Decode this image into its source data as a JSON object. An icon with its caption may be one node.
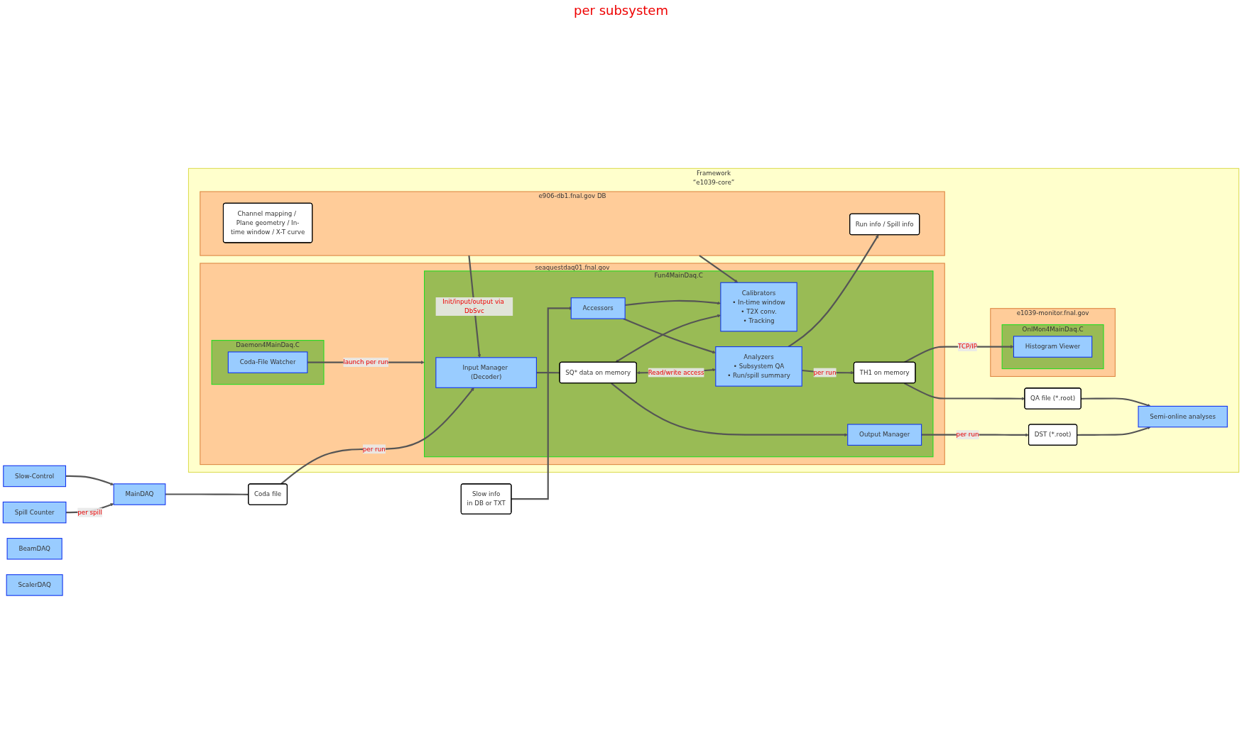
{
  "diagram": {
    "nodes": [
      {
        "text": [
          "Framework",
          "“e1039-core”"
        ]
      },
      {
        "text": [
          "seaquestdaq01.fnal.gov"
        ],
        "in": 0
      },
      {
        "text": [
          "Daemon4MainDaq.C"
        ],
        "in": 1
      },
      {
        "text": [
          "Coda-File Watcher"
        ],
        "in": 2
      },
      {
        "text": [
          "Fun4MainDaq.C"
        ],
        "in": 1
      },
      {
        "text": [
          "Input Manager (Decoder)"
        ],
        "in": 4
      },
      {
        "text": [
          "SQ* data on memory"
        ],
        "in": 4
      },
      {
        "text": [
          "Output Manager"
        ],
        "in": 4
      },
      {
        "text": [
          "Calibrators",
          "• In-time window",
          "• T2X conv.",
          "• Tracking"
        ],
        "in": 4
      },
      {
        "text": [
          "Analyzers",
          "• Subsystem QA",
          "• Run/spill summary"
        ],
        "in": 4
      },
      {
        "text": [
          "Accessors"
        ],
        "in": 4
      },
      {
        "text": [
          "TH1 on memory"
        ],
        "in": 4
      },
      {
        "text": [
          "DST (*.root)"
        ],
        "in": 0
      },
      {
        "text": [
          "Semi-online analyses"
        ],
        "in": 0
      },
      {
        "text": [
          "QA file (*.root)"
        ],
        "in": 0
      },
      {
        "text": [
          "e1039-monitor.fnal.gov"
        ],
        "in": 0
      },
      {
        "text": [
          "OnlMon4MainDaq.C"
        ],
        "in": 15
      },
      {
        "text": [
          "Histogram Viewer"
        ],
        "in": 16
      },
      {
        "text": [
          "e906-db1.fnal.gov",
          "DB"
        ],
        "in": 0
      },
      {
        "text": [
          "Run info / Spill info"
        ],
        "in": 18
      },
      {
        "text": [
          "Channel mapping / Plane geometry / In-time window / X-T curve"
        ],
        "in": 18
      },
      {
        "text": [
          "MainDAQ"
        ]
      },
      {
        "text": [
          "Coda file"
        ]
      },
      {
        "text": [
          "Spill Counter"
        ]
      },
      {
        "text": [
          "Slow-Control"
        ]
      },
      {
        "text": [
          "BeamDAQ"
        ]
      },
      {
        "text": [
          "ScalerDAQ"
        ]
      },
      {
        "text": [
          "Slow info",
          "in DB or TXT"
        ]
      }
    ],
    "edges": [
      {
        "from": 21,
        "to": 22,
        "arrow": "none"
      },
      {
        "from": 22,
        "to": 5,
        "arrow": "to",
        "label": "per run"
      },
      {
        "from": 23,
        "to": 21,
        "arrow": "to",
        "label": "per spill"
      },
      {
        "from": 24,
        "to": 21,
        "arrow": "to"
      },
      {
        "from": 3,
        "to": 4,
        "arrow": "to",
        "label": "launch per run"
      },
      {
        "from": 5,
        "to": 6,
        "arrow": "none"
      },
      {
        "from": 6,
        "to": 7,
        "arrow": "to"
      },
      {
        "from": 7,
        "to": 12,
        "arrow": "to",
        "label": "per run"
      },
      {
        "from": 12,
        "to": 13,
        "arrow": "to"
      },
      {
        "from": 6,
        "to": 8,
        "arrow": "both"
      },
      {
        "from": 6,
        "to": 9,
        "arrow": "both",
        "label": "Read/write access"
      },
      {
        "from": 10,
        "to": 8,
        "arrow": "to"
      },
      {
        "from": 10,
        "to": 9,
        "arrow": "to"
      },
      {
        "from": 27,
        "to": 10,
        "arrow": "to"
      },
      {
        "from": 9,
        "to": 11,
        "arrow": "to",
        "label": "per run"
      },
      {
        "from": 11,
        "to": 14,
        "arrow": "to"
      },
      {
        "from": 14,
        "to": 13,
        "arrow": "to"
      },
      {
        "from": 11,
        "to": 17,
        "arrow": "to",
        "label": "TCP/IP"
      },
      {
        "from": 18,
        "to": 5,
        "arrow": "to",
        "label": "Init/input/output via DbSvc"
      },
      {
        "from": 18,
        "to": 8,
        "arrow": "to"
      },
      {
        "from": 9,
        "to": 19,
        "arrow": "to"
      }
    ],
    "labels": [
      "per subsystem"
    ]
  }
}
